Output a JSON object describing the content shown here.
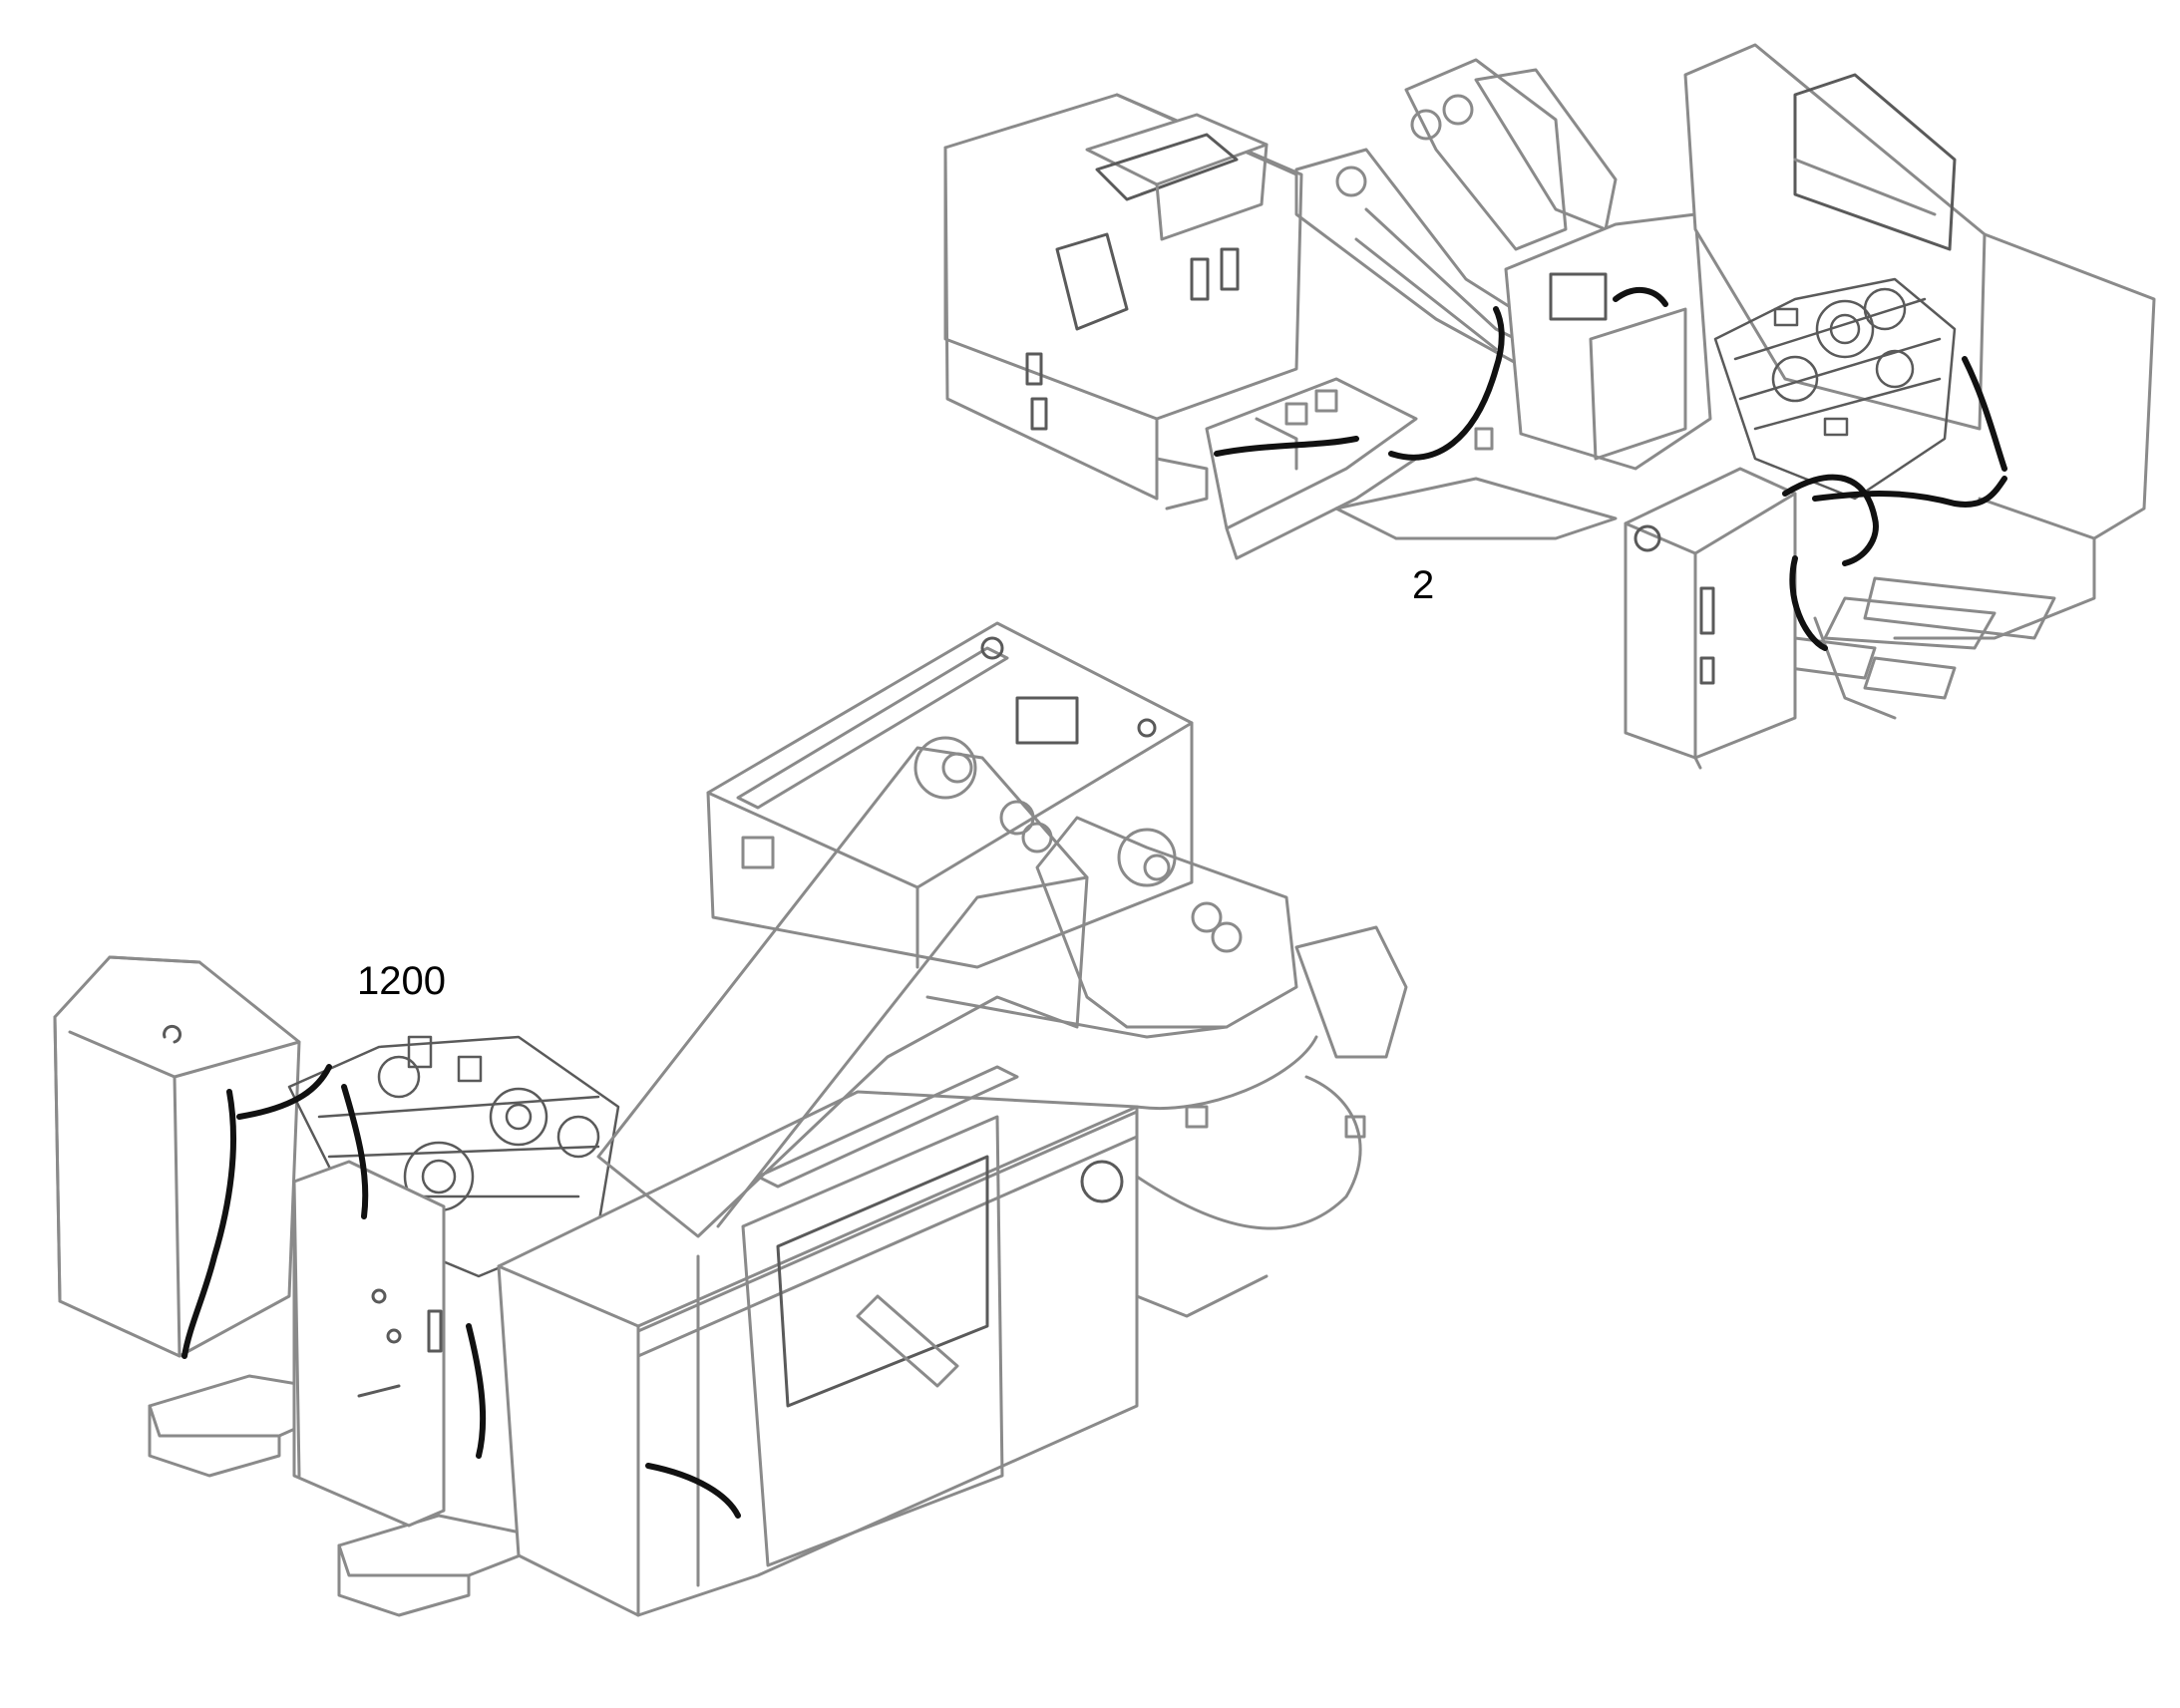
{
  "callouts": [
    {
      "id": "callout-2",
      "text": "2"
    },
    {
      "id": "callout-1200",
      "text": "1200"
    }
  ],
  "colors": {
    "outline": "#8a8a8a",
    "detail": "#5a5a5a",
    "hose": "#111111",
    "background": "#ffffff"
  }
}
